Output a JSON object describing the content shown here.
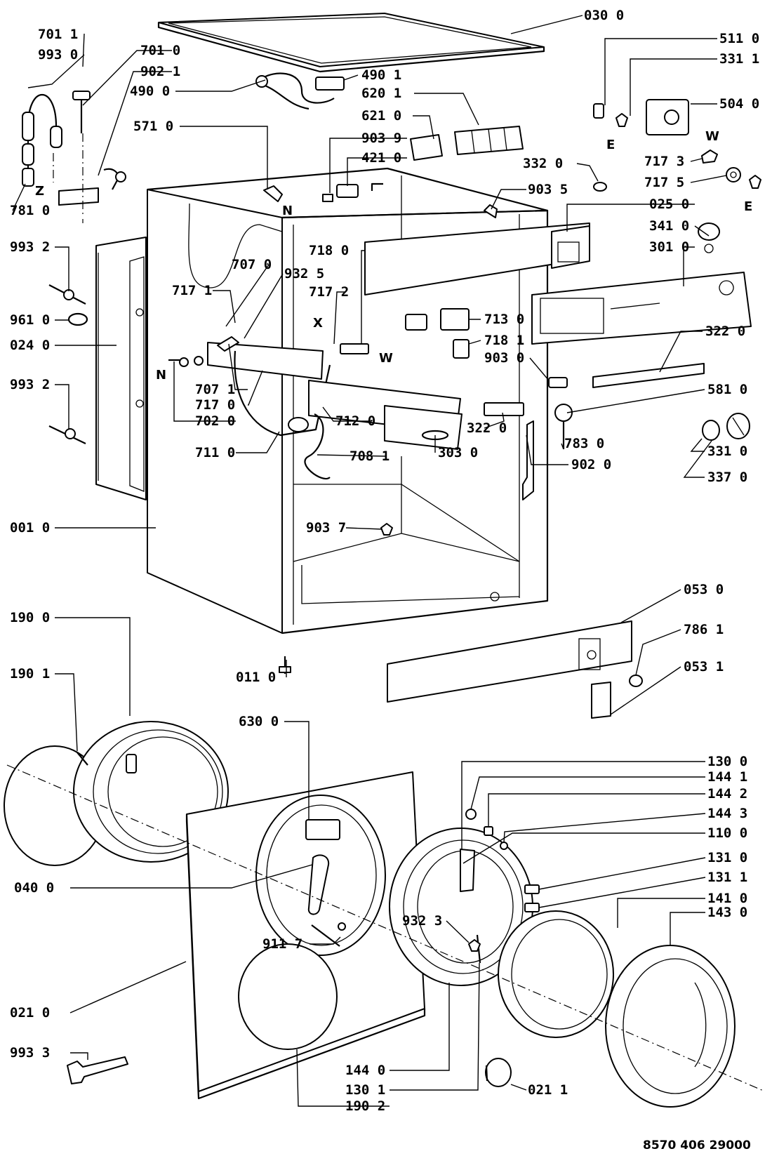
{
  "callouts": [
    {
      "name": "top-cover",
      "text": "030 0"
    },
    {
      "name": "hose",
      "text": "701 1"
    },
    {
      "name": "hose-assembly",
      "text": "993 0"
    },
    {
      "name": "inlet-hose",
      "text": "701 0"
    },
    {
      "name": "clamp",
      "text": "902 1"
    },
    {
      "name": "cable-490-1",
      "text": "490 1"
    },
    {
      "name": "cable-490-0",
      "text": "490 0"
    },
    {
      "name": "filter-620",
      "text": "620 1"
    },
    {
      "name": "switch-621",
      "text": "621 0"
    },
    {
      "name": "clip-903-9",
      "text": "903 9"
    },
    {
      "name": "valve-421",
      "text": "421 0"
    },
    {
      "name": "valve-571",
      "text": "571 0"
    },
    {
      "name": "part-511",
      "text": "511 0"
    },
    {
      "name": "part-331-1",
      "text": "331 1"
    },
    {
      "name": "timer-504",
      "text": "504 0"
    },
    {
      "name": "part-717-3",
      "text": "717 3"
    },
    {
      "name": "part-717-5",
      "text": "717 5"
    },
    {
      "name": "part-332",
      "text": "332 0"
    },
    {
      "name": "clip-903-5",
      "text": "903 5"
    },
    {
      "name": "panel-025",
      "text": "025 0"
    },
    {
      "name": "knob-341",
      "text": "341 0"
    },
    {
      "name": "panel-301",
      "text": "301 0"
    },
    {
      "name": "part-781",
      "text": "781 0"
    },
    {
      "name": "side-993-2a",
      "text": "993 2"
    },
    {
      "name": "part-707-0",
      "text": "707 0"
    },
    {
      "name": "part-932-5",
      "text": "932 5"
    },
    {
      "name": "part-718-0",
      "text": "718 0"
    },
    {
      "name": "part-717-1",
      "text": "717 1"
    },
    {
      "name": "part-717-2",
      "text": "717 2"
    },
    {
      "name": "gasket-961",
      "text": "961 0"
    },
    {
      "name": "side-panel-024",
      "text": "024 0"
    },
    {
      "name": "part-713",
      "text": "713 0"
    },
    {
      "name": "part-718-1",
      "text": "718 1"
    },
    {
      "name": "strip-322-top",
      "text": "322 0"
    },
    {
      "name": "clip-903-0",
      "text": "903 0"
    },
    {
      "name": "side-993-2b",
      "text": "993 2"
    },
    {
      "name": "part-707-1",
      "text": "707 1"
    },
    {
      "name": "part-717-0",
      "text": "717 0"
    },
    {
      "name": "part-702",
      "text": "702 0"
    },
    {
      "name": "drawer-712",
      "text": "712 0"
    },
    {
      "name": "pressure-581",
      "text": "581 0"
    },
    {
      "name": "strip-322-bottom",
      "text": "322 0"
    },
    {
      "name": "dispenser-711",
      "text": "711 0"
    },
    {
      "name": "hose-708",
      "text": "708 1"
    },
    {
      "name": "front-303",
      "text": "303 0"
    },
    {
      "name": "part-783",
      "text": "783 0"
    },
    {
      "name": "knob-331-0",
      "text": "331 0"
    },
    {
      "name": "bracket-902",
      "text": "902 0"
    },
    {
      "name": "knob-337",
      "text": "337 0"
    },
    {
      "name": "clip-903-7",
      "text": "903 7"
    },
    {
      "name": "cabinet-001",
      "text": "001 0"
    },
    {
      "name": "kick-panel-053",
      "text": "053 0"
    },
    {
      "name": "ring-190-0",
      "text": "190 0"
    },
    {
      "name": "screw-011",
      "text": "011 0"
    },
    {
      "name": "part-786",
      "text": "786 1"
    },
    {
      "name": "cover-053-1",
      "text": "053 1"
    },
    {
      "name": "seal-190-1",
      "text": "190 1"
    },
    {
      "name": "lock-630",
      "text": "630 0"
    },
    {
      "name": "door-130-0",
      "text": "130 0"
    },
    {
      "name": "part-144-1",
      "text": "144 1"
    },
    {
      "name": "part-144-2",
      "text": "144 2"
    },
    {
      "name": "part-144-3",
      "text": "144 3"
    },
    {
      "name": "hinge-110",
      "text": "110 0"
    },
    {
      "name": "part-131-0",
      "text": "131 0"
    },
    {
      "name": "part-131-1",
      "text": "131 1"
    },
    {
      "name": "front-040",
      "text": "040 0"
    },
    {
      "name": "window-141",
      "text": "141 0"
    },
    {
      "name": "ring-143",
      "text": "143 0"
    },
    {
      "name": "part-932-3",
      "text": "932 3"
    },
    {
      "name": "part-911-7",
      "text": "911 7"
    },
    {
      "name": "front-panel-021",
      "text": "021 0"
    },
    {
      "name": "tool-993-3",
      "text": "993 3"
    },
    {
      "name": "frame-144",
      "text": "144 0"
    },
    {
      "name": "part-130-1",
      "text": "130 1"
    },
    {
      "name": "knob-021-1",
      "text": "021 1"
    },
    {
      "name": "gasket-190-2",
      "text": "190 2"
    }
  ],
  "markers": {
    "n1": "N",
    "n2": "N",
    "e1": "E",
    "e2": "E",
    "w1": "W",
    "w2": "W",
    "x": "X",
    "z": "Z"
  },
  "reference_number": "8570 406 29000"
}
